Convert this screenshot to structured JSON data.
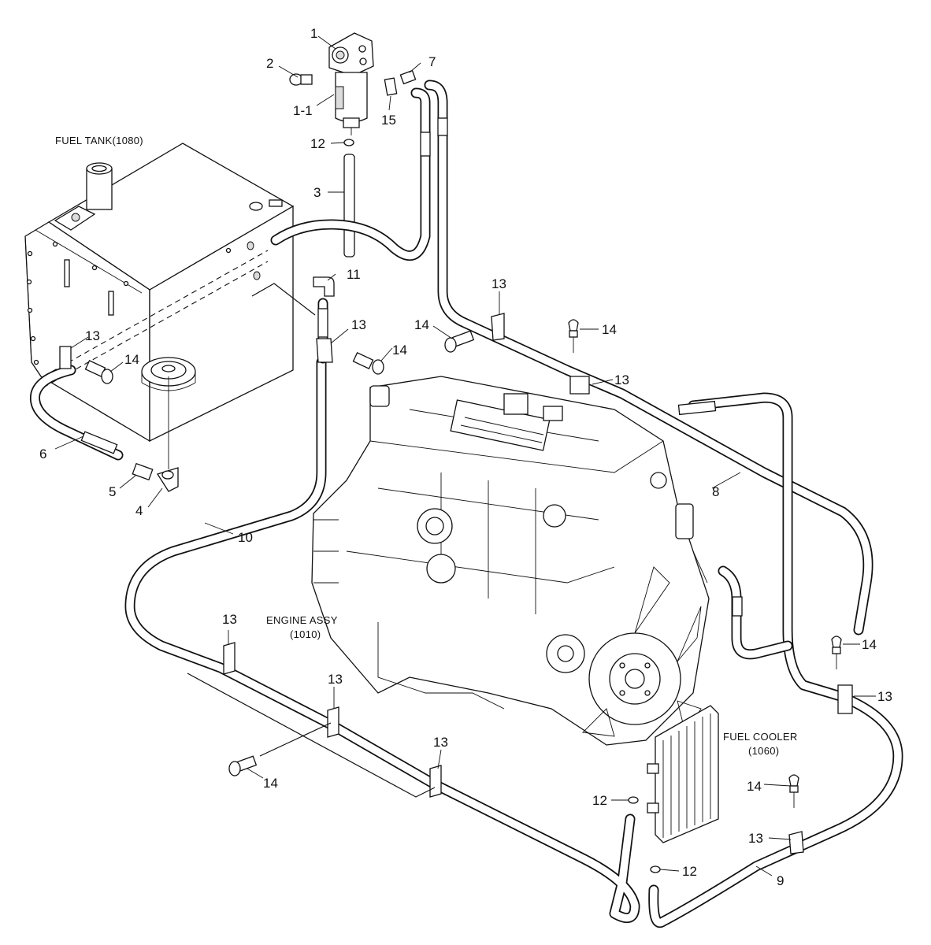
{
  "labels": {
    "fuel_tank": "FUEL TANK(1080)",
    "engine_assy": "ENGINE ASSY",
    "engine_assy_code": "(1010)",
    "fuel_cooler": "FUEL COOLER",
    "fuel_cooler_code": "(1060)"
  },
  "callouts": {
    "c1": "1",
    "c1_1": "1-1",
    "c2": "2",
    "c3": "3",
    "c4": "4",
    "c5": "5",
    "c6": "6",
    "c7": "7",
    "c8": "8",
    "c9": "9",
    "c10": "10",
    "c11": "11",
    "c12a": "12",
    "c12b": "12",
    "c12c": "12",
    "c13a": "13",
    "c13b": "13",
    "c13c": "13",
    "c13d": "13",
    "c13e": "13",
    "c13f": "13",
    "c13g": "13",
    "c13h": "13",
    "c13i": "13",
    "c14a": "14",
    "c14b": "14",
    "c14c": "14",
    "c14d": "14",
    "c14e": "14",
    "c14f": "14",
    "c15": "15"
  }
}
